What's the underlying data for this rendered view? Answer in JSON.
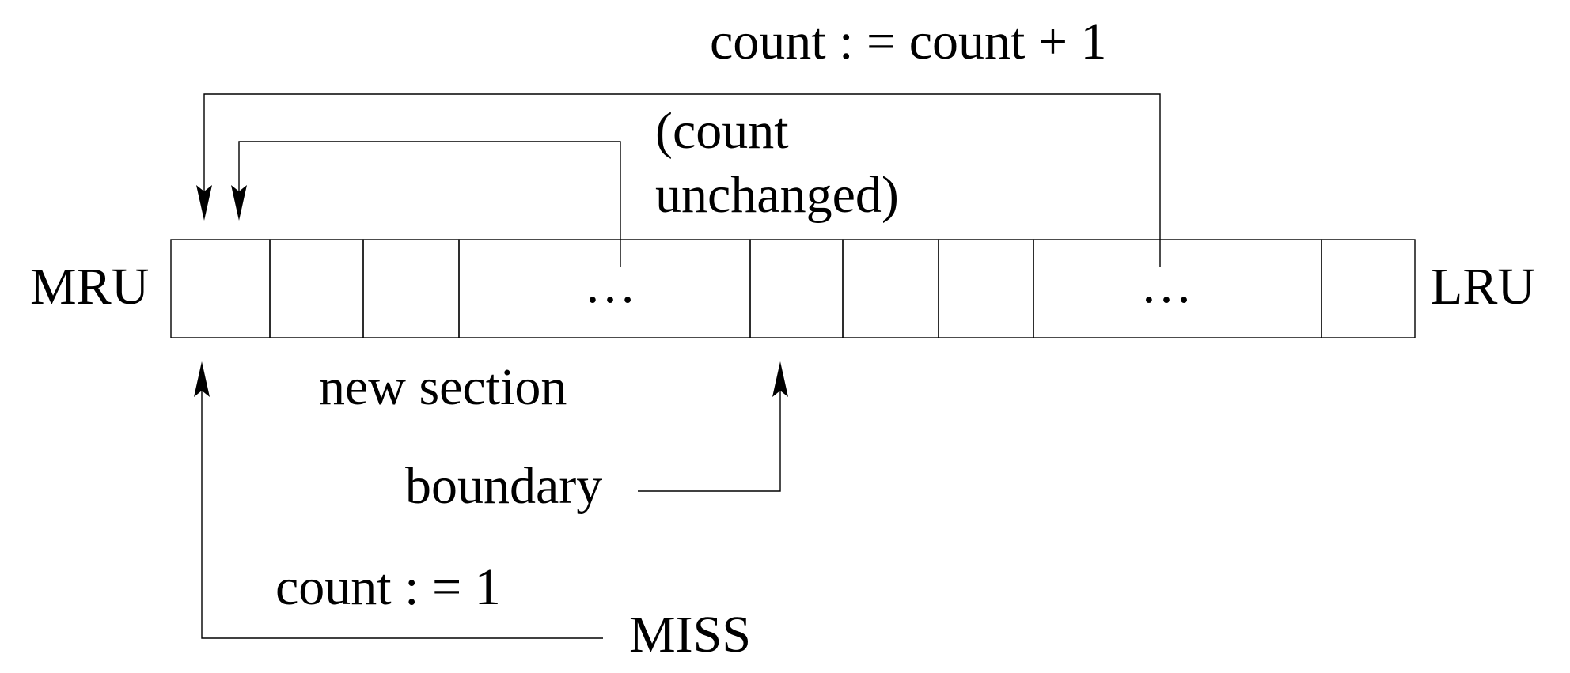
{
  "diagram": {
    "end_labels": {
      "left": "MRU",
      "right": "LRU"
    },
    "cells": [
      "",
      "",
      "",
      "…",
      "",
      "",
      "",
      "…",
      ""
    ],
    "labels": {
      "increment": "count  : = count + 1",
      "unchanged_line1": "(count",
      "unchanged_line2": "unchanged)",
      "new_section": "new section",
      "boundary": "boundary",
      "reset": "count  : = 1",
      "miss": "MISS"
    },
    "colors": {
      "stroke": "#000000",
      "background": "#ffffff"
    }
  }
}
